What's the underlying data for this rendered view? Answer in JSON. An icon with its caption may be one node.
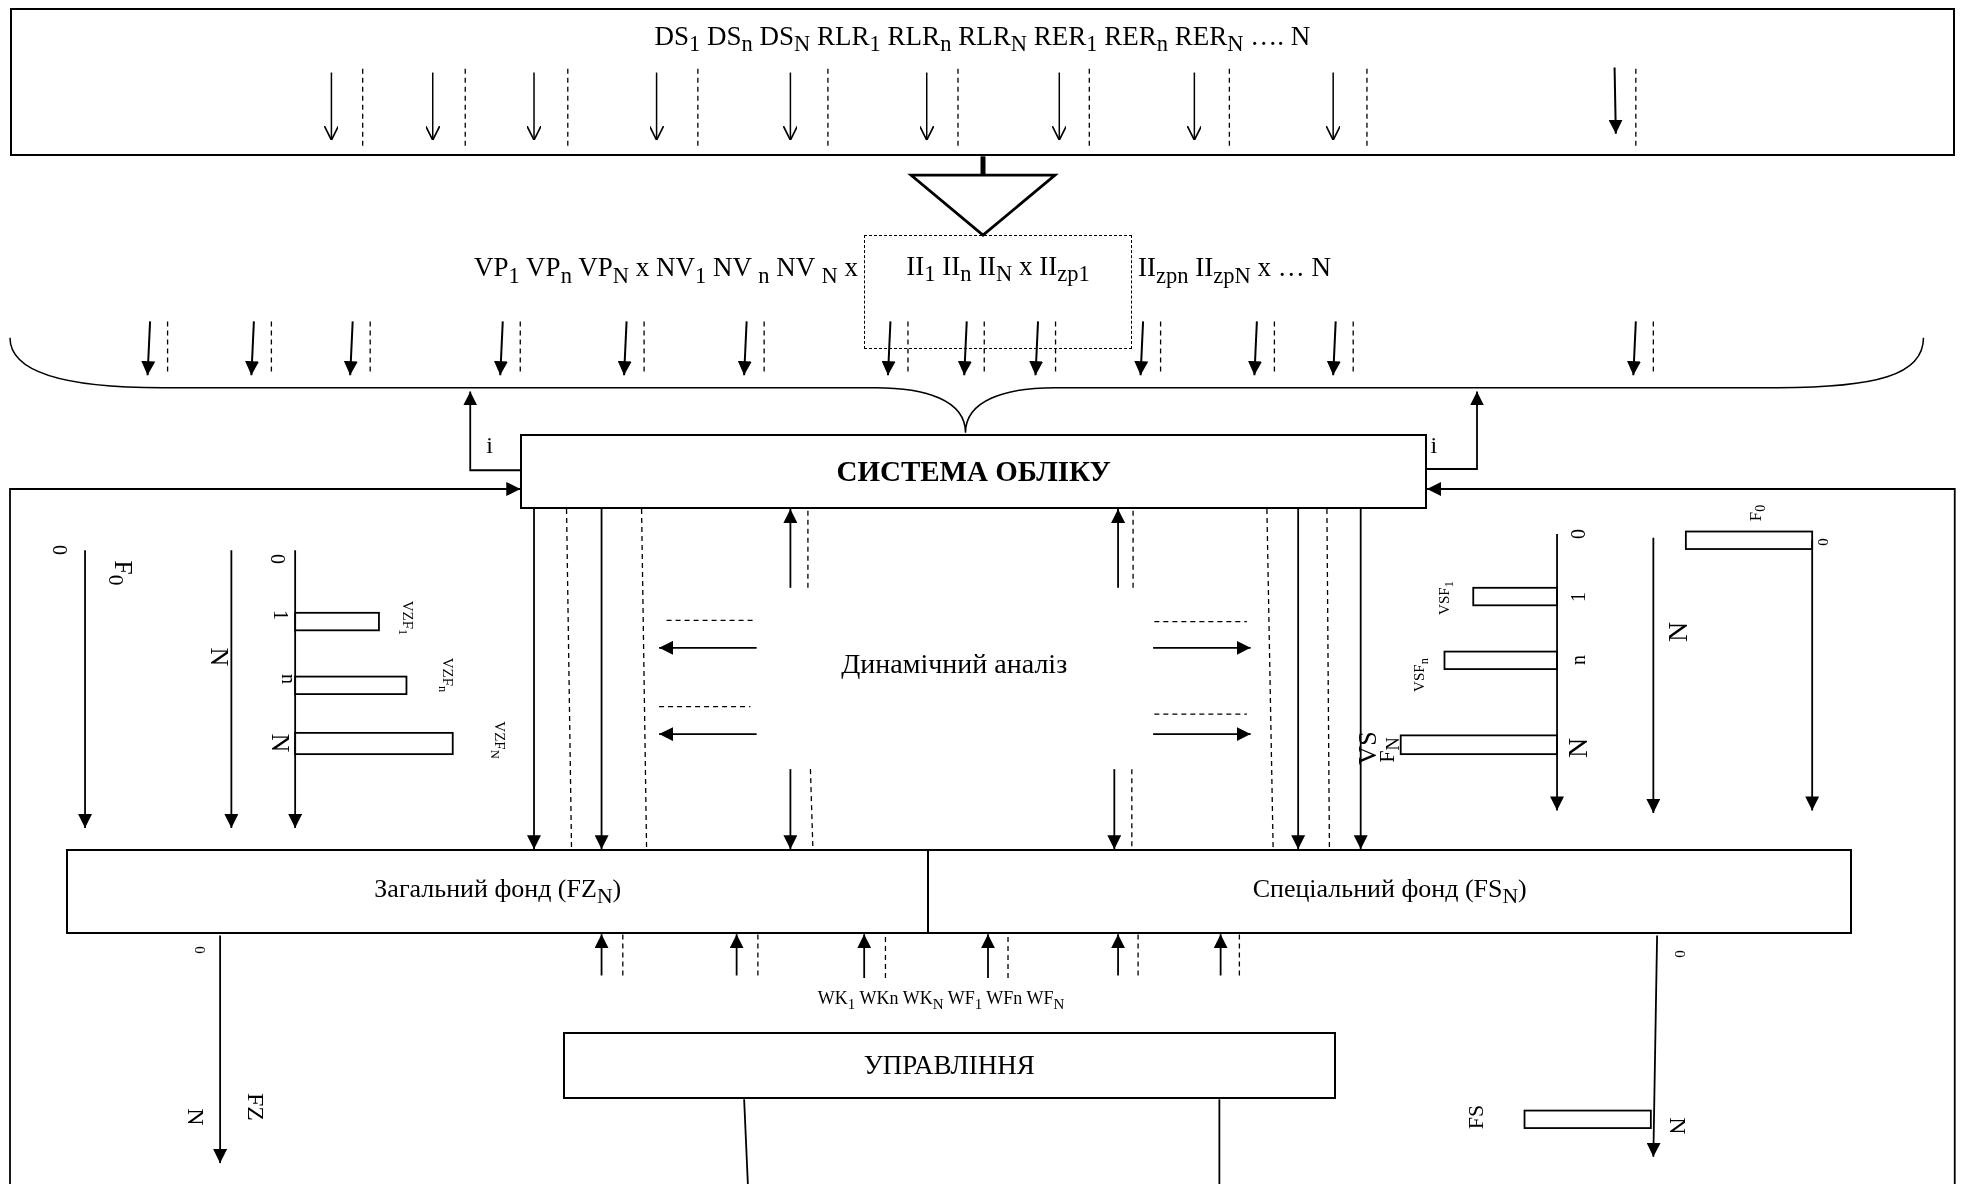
{
  "diagram": {
    "nodes": [
      {
        "text": [
          "DS$_{1}$ DS$_{n}$ DS$_{N}$ RLR$_{1}$ RLR$_{n}$ RLR$_{N}$ RER$_{1}$ RER$_{n}$ RER$_{N}$ …. N"
        ]
      },
      {
        "text": [
          "II$_{1}$ II$_{n}$ II$_{N}$ x II$_{zp1}$"
        ]
      },
      {
        "text": [
          "СИСТЕМА ОБЛІКУ"
        ]
      },
      {
        "text": [
          "Загальний фонд (FZ$_{N}$)"
        ]
      },
      {
        "text": [
          "Спеціальний фонд (FS$_{N}$)"
        ]
      },
      {
        "text": [
          "WK$_{1}$ WKn WK$_{N}$ WF$_{1}$ WFn WF$_{N}$"
        ]
      },
      {
        "text": [
          "УПРАВЛІННЯ"
        ]
      }
    ],
    "edges": [
      {
        "from": 0,
        "to": 1,
        "arrow": "to",
        "style": "thick"
      },
      {
        "from": 2,
        "to": 3,
        "arrow": "to"
      },
      {
        "from": 2,
        "to": 3,
        "arrow": "to"
      },
      {
        "from": 2,
        "to": 4,
        "arrow": "to"
      },
      {
        "from": 2,
        "to": 4,
        "arrow": "to"
      },
      {
        "from": null,
        "to": 2,
        "arrow": "to"
      },
      {
        "from": null,
        "to": 2,
        "arrow": "to"
      },
      {
        "from": null,
        "to": 3,
        "arrow": "to"
      },
      {
        "from": null,
        "to": 4,
        "arrow": "to"
      },
      {
        "from": null,
        "to": 2,
        "arrow": "to"
      },
      {
        "from": null,
        "to": 2,
        "arrow": "to"
      },
      {
        "from": 2,
        "to": null,
        "arrow": "to",
        "label": "i"
      },
      {
        "from": 2,
        "to": null,
        "arrow": "to",
        "label": "i"
      },
      {
        "from": null,
        "to": 3,
        "arrow": "to"
      },
      {
        "from": null,
        "to": 3,
        "arrow": "to"
      },
      {
        "from": 5,
        "to": 3,
        "arrow": "to"
      },
      {
        "from": 5,
        "to": 4,
        "arrow": "to"
      },
      {
        "from": null,
        "to": 4,
        "arrow": "to"
      },
      {
        "from": null,
        "to": 4,
        "arrow": "to"
      },
      {
        "from": 6,
        "to": null,
        "arrow": "none"
      },
      {
        "from": 6,
        "to": null,
        "arrow": "none"
      },
      {
        "from": 2,
        "to": 3,
        "arrow": "none",
        "style": "dashed"
      },
      {
        "from": 2,
        "to": 3,
        "arrow": "none",
        "style": "dashed"
      },
      {
        "from": 2,
        "to": 4,
        "arrow": "none",
        "style": "dashed"
      },
      {
        "from": 2,
        "to": 4,
        "arrow": "none",
        "style": "dashed"
      },
      {
        "from": null,
        "to": 2,
        "arrow": "none",
        "style": "dashed"
      },
      {
        "from": null,
        "to": 2,
        "arrow": "none",
        "style": "dashed"
      },
      {
        "from": null,
        "to": 3,
        "arrow": "none",
        "style": "dashed"
      },
      {
        "from": null,
        "to": 4,
        "arrow": "none",
        "style": "dashed"
      },
      {
        "from": null,
        "to": 3,
        "arrow": "none",
        "style": "dashed"
      },
      {
        "from": null,
        "to": 3,
        "arrow": "none",
        "style": "dashed"
      },
      {
        "from": 5,
        "to": 3,
        "arrow": "none",
        "style": "dashed"
      },
      {
        "from": 5,
        "to": 4,
        "arrow": "none",
        "style": "dashed"
      },
      {
        "from": null,
        "to": 4,
        "arrow": "none",
        "style": "dashed"
      },
      {
        "from": null,
        "to": 4,
        "arrow": "none",
        "style": "dashed"
      }
    ],
    "labels": [
      "VP$_{1}$ VP$_{n}$ VP$_{N}$ x NV$_{1}$ NV $_{n}$ NV $_{N}$ x",
      "II$_{zpn}$ II$_{zpN}$ x … N",
      "0",
      "F$_{0}$",
      "N",
      "0",
      "1",
      "n",
      "N",
      "VZF$_{1}$",
      "VZF$_{n}$",
      "VZF$_{N}$",
      "Динамічний аналіз",
      "F$_{0}$",
      "0",
      "0",
      "VSF$_{1}$",
      "1",
      "VSF$_{n}$",
      "n",
      "N",
      "VS",
      "F$_{N}$",
      "N",
      "0",
      "N",
      "FZ",
      "0",
      "FS",
      "N"
    ]
  }
}
